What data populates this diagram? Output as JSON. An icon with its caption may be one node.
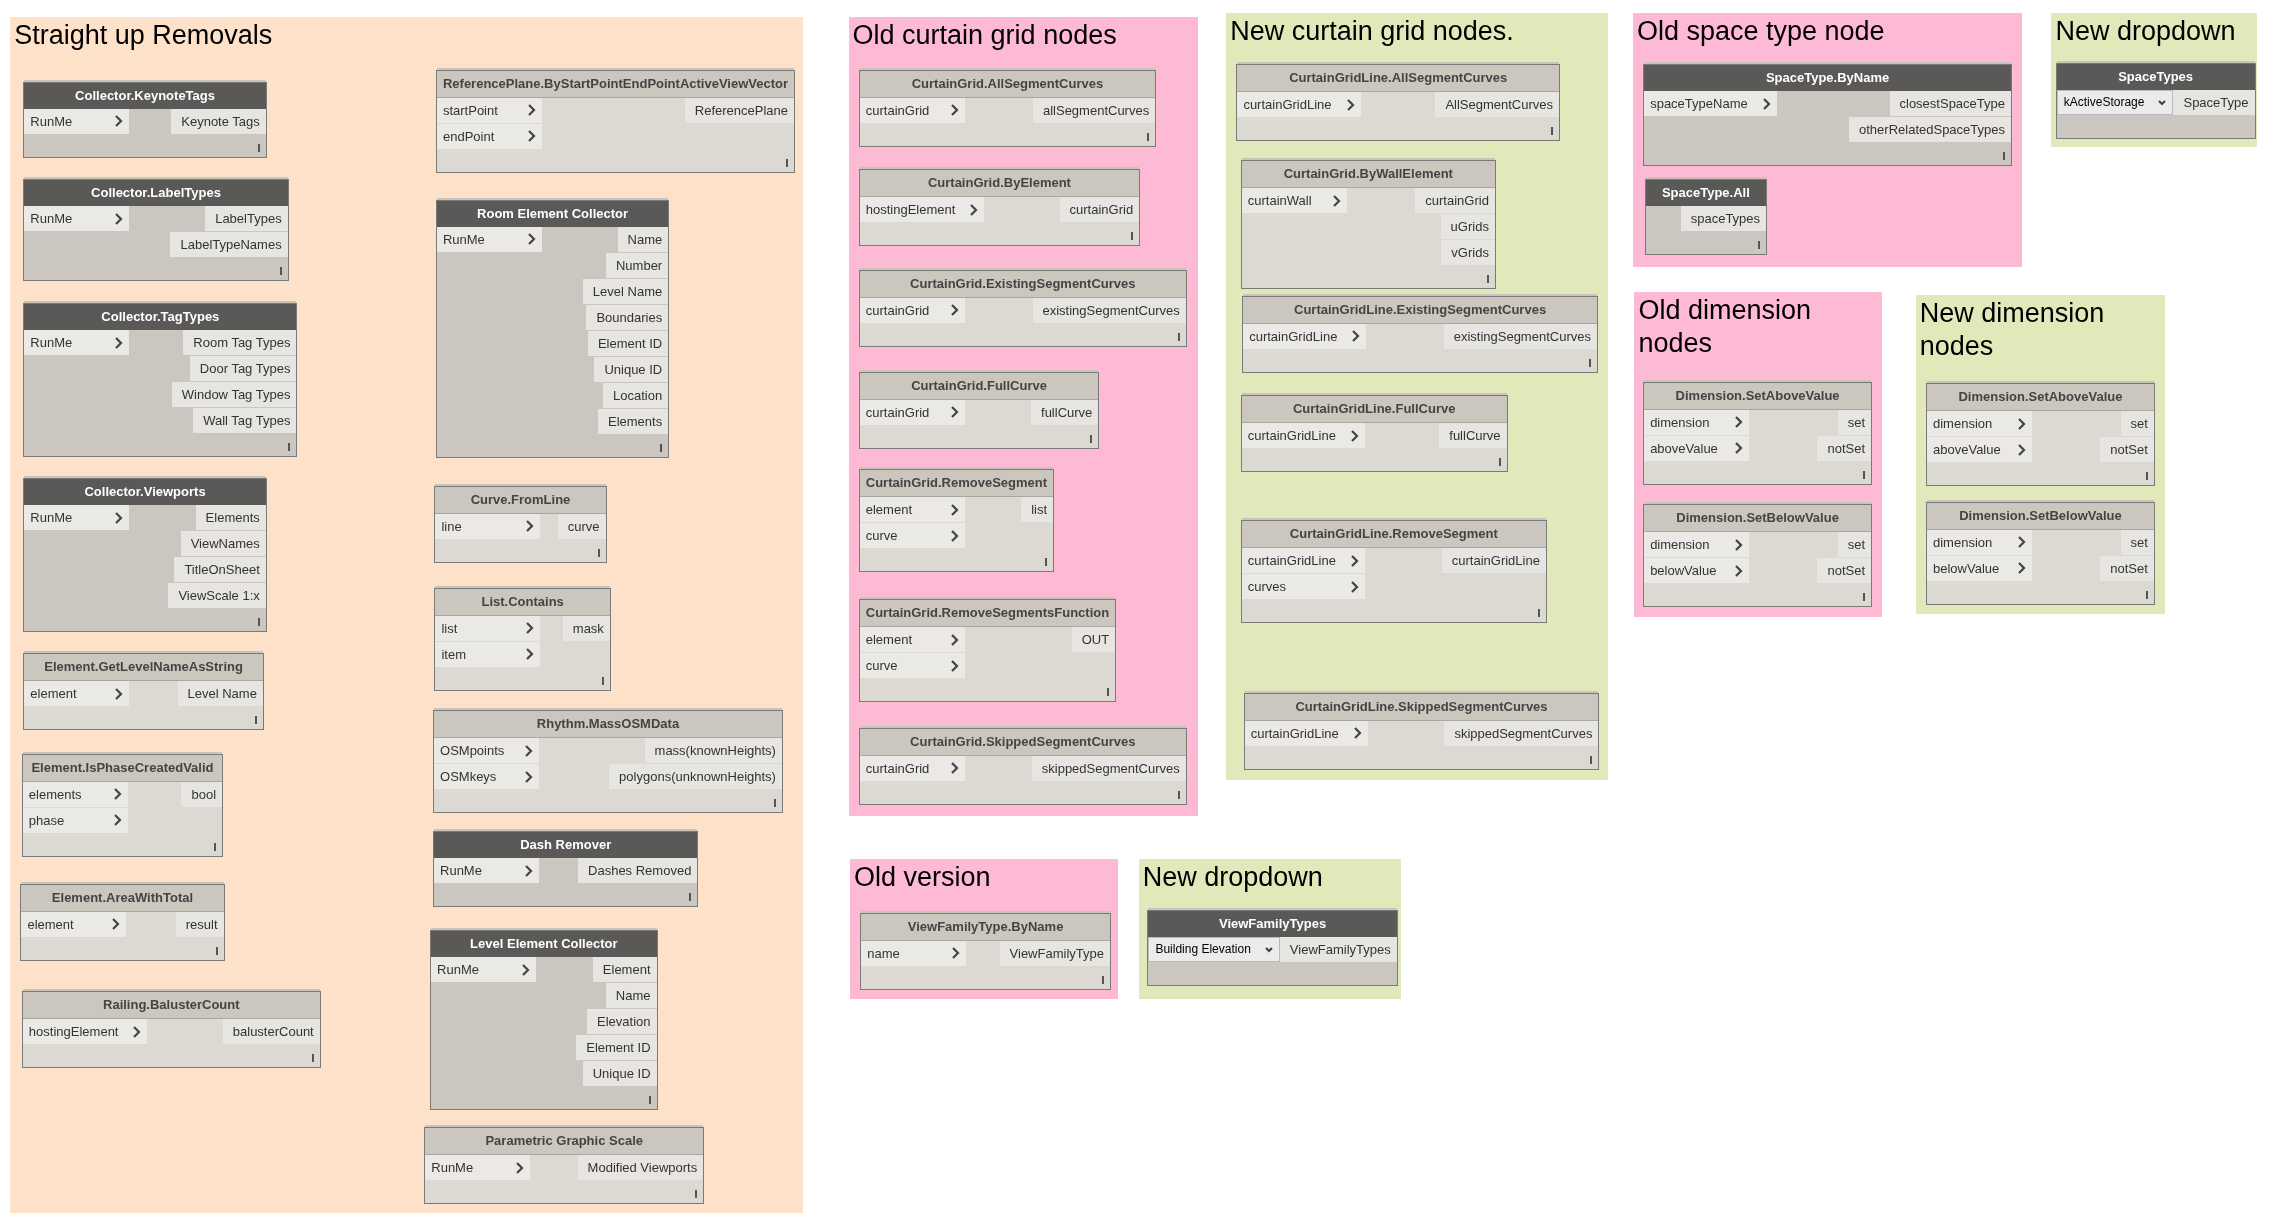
{
  "diagram": {
    "nodes": [
      {
        "text": [
          "Straight up Removals"
        ]
      },
      {
        "text": [
          "Collector.KeynoteTags",
          "RunMe",
          "Keynote Tags"
        ],
        "in": 0
      },
      {
        "text": [
          "Collector.LabelTypes",
          "RunMe",
          "LabelTypes",
          "LabelTypeNames"
        ],
        "in": 0
      },
      {
        "text": [
          "Collector.TagTypes",
          "RunMe",
          "Room Tag Types",
          "Door Tag Types",
          "Window Tag Types",
          "Wall Tag Types"
        ],
        "in": 0
      },
      {
        "text": [
          "Collector.Viewports",
          "RunMe",
          "Elements",
          "ViewNames",
          "TitleOnSheet",
          "ViewScale 1:x"
        ],
        "in": 0
      },
      {
        "text": [
          "Element.GetLevelNameAsString",
          "element",
          "Level Name"
        ],
        "in": 0
      },
      {
        "text": [
          "Element.IsPhaseCreatedValid",
          "elements",
          "phase",
          "bool"
        ],
        "in": 0
      },
      {
        "text": [
          "Element.AreaWithTotal",
          "element",
          "result"
        ],
        "in": 0
      },
      {
        "text": [
          "Railing.BalusterCount",
          "hostingElement",
          "balusterCount"
        ],
        "in": 0
      },
      {
        "text": [
          "ReferencePlane.ByStartPointEndPointActiveViewVector",
          "startPoint",
          "endPoint",
          "ReferencePlane"
        ],
        "in": 0
      },
      {
        "text": [
          "Room Element Collector",
          "RunMe",
          "Name",
          "Number",
          "Level Name",
          "Boundaries",
          "Element ID",
          "Unique ID",
          "Location",
          "Elements"
        ],
        "in": 0
      },
      {
        "text": [
          "Curve.FromLine",
          "line",
          "curve"
        ],
        "in": 0
      },
      {
        "text": [
          "List.Contains",
          "list",
          "item",
          "mask"
        ],
        "in": 0
      },
      {
        "text": [
          "Rhythm.MassOSMData",
          "OSMpoints",
          "OSMkeys",
          "mass(knownHeights)",
          "polygons(unknownHeights)"
        ],
        "in": 0
      },
      {
        "text": [
          "Dash Remover",
          "RunMe",
          "Dashes Removed"
        ],
        "in": 0
      },
      {
        "text": [
          "Level Element Collector",
          "RunMe",
          "Element",
          "Name",
          "Elevation",
          "Element ID",
          "Unique ID"
        ],
        "in": 0
      },
      {
        "text": [
          "Parametric Graphic Scale",
          "RunMe",
          "Modified Viewports"
        ],
        "in": 0
      },
      {
        "text": [
          "Old curtain grid nodes"
        ]
      },
      {
        "text": [
          "CurtainGrid.AllSegmentCurves",
          "curtainGrid",
          "allSegmentCurves"
        ],
        "in": 17
      },
      {
        "text": [
          "CurtainGrid.ByElement",
          "hostingElement",
          "curtainGrid"
        ],
        "in": 17
      },
      {
        "text": [
          "CurtainGrid.ExistingSegmentCurves",
          "curtainGrid",
          "existingSegmentCurves"
        ],
        "in": 17
      },
      {
        "text": [
          "CurtainGrid.FullCurve",
          "curtainGrid",
          "fullCurve"
        ],
        "in": 17
      },
      {
        "text": [
          "CurtainGrid.RemoveSegment",
          "element",
          "curve",
          "list"
        ],
        "in": 17
      },
      {
        "text": [
          "CurtainGrid.RemoveSegmentsFunction",
          "element",
          "curve",
          "OUT"
        ],
        "in": 17
      },
      {
        "text": [
          "CurtainGrid.SkippedSegmentCurves",
          "curtainGrid",
          "skippedSegmentCurves"
        ],
        "in": 17
      },
      {
        "text": [
          "New curtain grid nodes."
        ]
      },
      {
        "text": [
          "CurtainGridLine.AllSegmentCurves",
          "curtainGridLine",
          "AllSegmentCurves"
        ],
        "in": 25
      },
      {
        "text": [
          "CurtainGrid.ByWallElement",
          "curtainWall",
          "curtainGrid",
          "uGrids",
          "vGrids"
        ],
        "in": 25
      },
      {
        "text": [
          "CurtainGridLine.ExistingSegmentCurves",
          "curtainGridLine",
          "existingSegmentCurves"
        ],
        "in": 25
      },
      {
        "text": [
          "CurtainGridLine.FullCurve",
          "curtainGridLine",
          "fullCurve"
        ],
        "in": 25
      },
      {
        "text": [
          "CurtainGridLine.RemoveSegment",
          "curtainGridLine",
          "curves",
          "curtainGridLine"
        ],
        "in": 25
      },
      {
        "text": [
          "CurtainGridLine.SkippedSegmentCurves",
          "curtainGridLine",
          "skippedSegmentCurves"
        ],
        "in": 25
      },
      {
        "text": [
          "Old space type node"
        ]
      },
      {
        "text": [
          "SpaceType.ByName",
          "spaceTypeName",
          "closestSpaceType",
          "otherRelatedSpaceTypes"
        ],
        "in": 32
      },
      {
        "text": [
          "SpaceType.All",
          "spaceTypes"
        ],
        "in": 32
      },
      {
        "text": [
          "New dropdown"
        ]
      },
      {
        "text": [
          "SpaceTypes",
          "kActiveStorage",
          "SpaceType"
        ],
        "in": 35
      },
      {
        "text": [
          "Old dimension nodes"
        ]
      },
      {
        "text": [
          "Dimension.SetAboveValue",
          "dimension",
          "aboveValue",
          "set",
          "notSet"
        ],
        "in": 37
      },
      {
        "text": [
          "Dimension.SetBelowValue",
          "dimension",
          "belowValue",
          "set",
          "notSet"
        ],
        "in": 37
      },
      {
        "text": [
          "New dimension nodes"
        ]
      },
      {
        "text": [
          "Dimension.SetAboveValue",
          "dimension",
          "aboveValue",
          "set",
          "notSet"
        ],
        "in": 40
      },
      {
        "text": [
          "Dimension.SetBelowValue",
          "dimension",
          "belowValue",
          "set",
          "notSet"
        ],
        "in": 40
      },
      {
        "text": [
          "Old version"
        ]
      },
      {
        "text": [
          "ViewFamilyType.ByName",
          "name",
          "ViewFamilyType"
        ],
        "in": 43
      },
      {
        "text": [
          "New dropdown"
        ]
      },
      {
        "text": [
          "ViewFamilyTypes",
          "Building Elevation",
          "ViewFamilyTypes"
        ],
        "in": 45
      }
    ]
  }
}
